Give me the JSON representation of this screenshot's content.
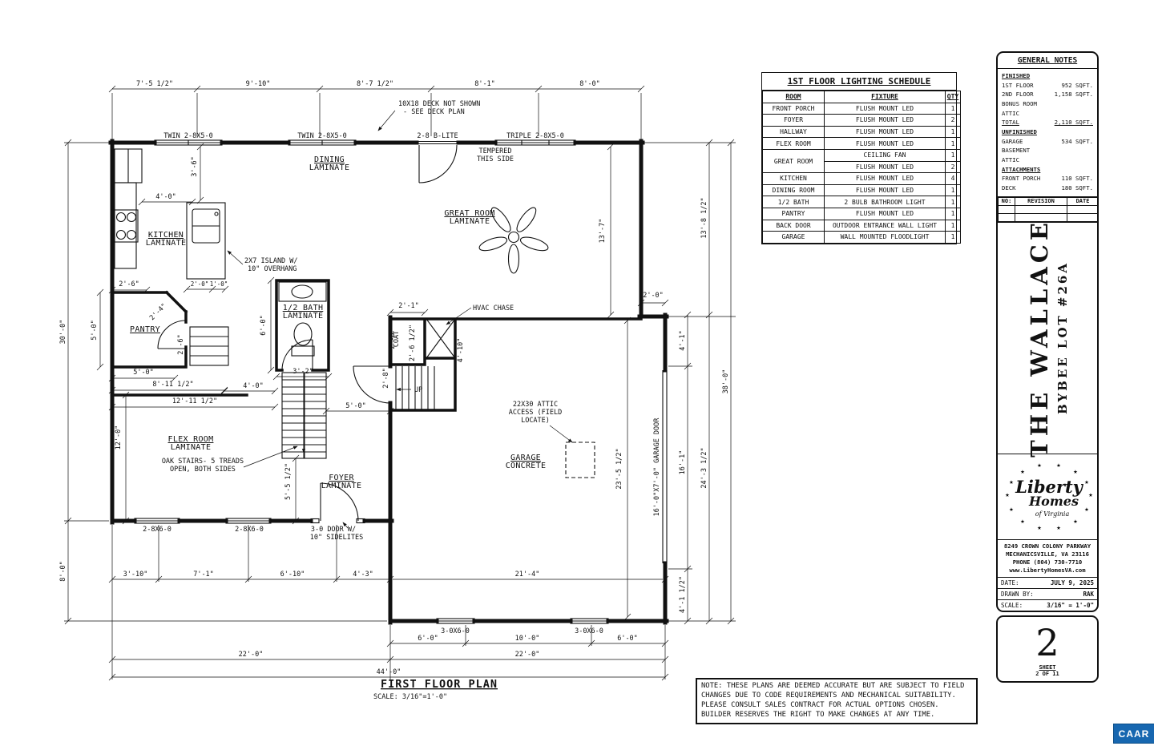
{
  "plan": {
    "title": "FIRST FLOOR PLAN",
    "scale_note": "SCALE: 3/16\"=1'-0\"",
    "top_dims": [
      "7'-5 1/2\"",
      "9'-10\"",
      "8'-7 1/2\"",
      "8'-1\"",
      "8'-0\""
    ],
    "top_window_labels": [
      "TWIN 2-8X5-0",
      "TWIN 2-8X5-0",
      "2-8 B-LITE",
      "TRIPLE 2-8X5-0"
    ],
    "bottom_window_labels": [
      "2-8X6-0",
      "2-8X6-0"
    ],
    "garage_window_labels": [
      "3-0X6-0",
      "3-0X6-0"
    ],
    "door_note": [
      "3-0 DOOR W/",
      "10\" SIDELITES"
    ],
    "bottom_dims_row1": [
      "3'-10\"",
      "7'-1\"",
      "6'-10\"",
      "4'-3\"",
      "21'-4\""
    ],
    "bottom_dims_row2": [
      "6'-0\"",
      "10'-0\"",
      "6'-0\""
    ],
    "bottom_dims_row3": [
      "22'-0\"",
      "22'-0\""
    ],
    "bottom_dims_row4": [
      "44'-0\""
    ],
    "left_dims": [
      "30'-0\"",
      "8'-0\""
    ],
    "right_dims": [
      "13'-8 1/2\"",
      "38'-0\"",
      "4'-1\"",
      "16'-1\"",
      "24'-3 1/2\"",
      "4'-1 1/2\"",
      "13'-7\"",
      "23'-5 1/2\"",
      "2'-0\""
    ],
    "interior_dims": [
      "3'-6\"",
      "4'-0\"",
      "2'-6\"",
      "5'-0\"",
      "2'-4\"",
      "2'-6\"",
      "5'-0\"",
      "8'-11 1/2\"",
      "12'-11 1/2\"",
      "12'-0\"",
      "6'-0\"",
      "3'-2\"",
      "4'-0\"",
      "5'-0\"",
      "2'-8\"",
      "5'-5 1/2\"",
      "2'-1\"",
      "2'-0\"",
      "2'-6 1/2\"",
      "4'-10\""
    ],
    "island_dims": [
      "2'-0\"",
      "1'-0\""
    ],
    "rooms": {
      "kitchen": [
        "KITCHEN",
        "LAMINATE"
      ],
      "dining": [
        "DINING",
        "LAMINATE"
      ],
      "great_room": [
        "GREAT ROOM",
        "LAMINATE"
      ],
      "pantry": "PANTRY",
      "half_bath": [
        "1/2 BATH",
        "LAMINATE"
      ],
      "coat": "COAT",
      "flex_room": [
        "FLEX ROOM",
        "LAMINATE"
      ],
      "foyer": [
        "FOYER",
        "LAMINATE"
      ],
      "garage": [
        "GARAGE",
        "CONCRETE"
      ]
    },
    "annotations": {
      "deck": [
        "10X18 DECK NOT SHOWN",
        "- SEE DECK PLAN"
      ],
      "tempered": [
        "TEMPERED",
        "THIS SIDE"
      ],
      "island": [
        "2X7 ISLAND W/",
        "10\" OVERHANG"
      ],
      "hvac": "HVAC CHASE",
      "attic": [
        "22X30 ATTIC",
        "ACCESS (FIELD",
        "LOCATE)"
      ],
      "oak_stairs": [
        "OAK STAIRS- 5 TREADS",
        "OPEN, BOTH SIDES"
      ],
      "up": "UP",
      "garage_door": "16'-0\"X7'-0\" GARAGE DOOR"
    }
  },
  "lighting_schedule": {
    "title": "1ST FLOOR LIGHTING SCHEDULE",
    "headers": [
      "ROOM",
      "FIXTURE",
      "QTY"
    ],
    "rows": [
      {
        "room": "FRONT PORCH",
        "fixture": "FLUSH MOUNT LED",
        "qty": "1"
      },
      {
        "room": "FOYER",
        "fixture": "FLUSH MOUNT LED",
        "qty": "2"
      },
      {
        "room": "HALLWAY",
        "fixture": "FLUSH MOUNT LED",
        "qty": "1"
      },
      {
        "room": "FLEX ROOM",
        "fixture": "FLUSH MOUNT LED",
        "qty": "1"
      },
      {
        "room": "GREAT ROOM",
        "fixture": "CEILING FAN",
        "qty": "1"
      },
      {
        "room": "GREAT ROOM",
        "fixture": "FLUSH MOUNT LED",
        "qty": "2"
      },
      {
        "room": "KITCHEN",
        "fixture": "FLUSH MOUNT LED",
        "qty": "4"
      },
      {
        "room": "DINING ROOM",
        "fixture": "FLUSH MOUNT LED",
        "qty": "1"
      },
      {
        "room": "1/2 BATH",
        "fixture": "2 BULB BATHROOM LIGHT",
        "qty": "1"
      },
      {
        "room": "PANTRY",
        "fixture": "FLUSH MOUNT LED",
        "qty": "1"
      },
      {
        "room": "BACK DOOR",
        "fixture": "OUTDOOR ENTRANCE WALL LIGHT",
        "qty": "1"
      },
      {
        "room": "GARAGE",
        "fixture": "WALL MOUNTED FLOODLIGHT",
        "qty": "1"
      }
    ]
  },
  "general_notes": {
    "header": "GENERAL NOTES",
    "sections": [
      {
        "title": "FINISHED",
        "rows": [
          [
            "1ST FLOOR",
            "952 SQFT."
          ],
          [
            "2ND FLOOR",
            "1,158 SQFT."
          ],
          [
            "BONUS ROOM",
            ""
          ],
          [
            "ATTIC",
            ""
          ],
          [
            "TOTAL",
            "2,110 SQFT."
          ]
        ]
      },
      {
        "title": "UNFINISHED",
        "rows": [
          [
            "GARAGE",
            "534 SQFT."
          ],
          [
            "BASEMENT",
            ""
          ],
          [
            "ATTIC",
            ""
          ]
        ]
      },
      {
        "title": "ATTACHMENTS",
        "rows": [
          [
            "FRONT PORCH",
            "110 SQFT."
          ],
          [
            "DECK",
            "180 SQFT."
          ]
        ]
      }
    ]
  },
  "revision_table": {
    "headers": [
      "NO:",
      "REVISION",
      "DATE"
    ]
  },
  "project": {
    "name": "THE WALLACE",
    "lot": "BYBEE LOT #26A"
  },
  "logo": {
    "star_icon": "★",
    "line1": "Liberty",
    "line2": "Homes",
    "line3": "of Virginia"
  },
  "address": {
    "lines": [
      "8249 CROWN COLONY PARKWAY",
      "MECHANICSVILLE, VA 23116",
      "PHONE (804) 730-7710",
      "www.LibertyHomesVA.com"
    ]
  },
  "meta": {
    "date_label": "DATE:",
    "date_value": "JULY 9, 2025",
    "drawn_label": "DRAWN BY:",
    "drawn_value": "RAK",
    "scale_label": "SCALE:",
    "scale_value": "3/16\" = 1'-0\""
  },
  "sheet": {
    "number": "2",
    "label": "SHEET",
    "of": "2 OF 11"
  },
  "note_box": "NOTE: THESE PLANS ARE DEEMED ACCURATE BUT ARE SUBJECT TO FIELD CHANGES DUE TO CODE REQUIREMENTS AND MECHANICAL SUITABILITY. PLEASE CONSULT SALES CONTRACT FOR ACTUAL OPTIONS CHOSEN. BUILDER RESERVES THE RIGHT TO MAKE CHANGES AT ANY TIME.",
  "caar": "CAAR"
}
